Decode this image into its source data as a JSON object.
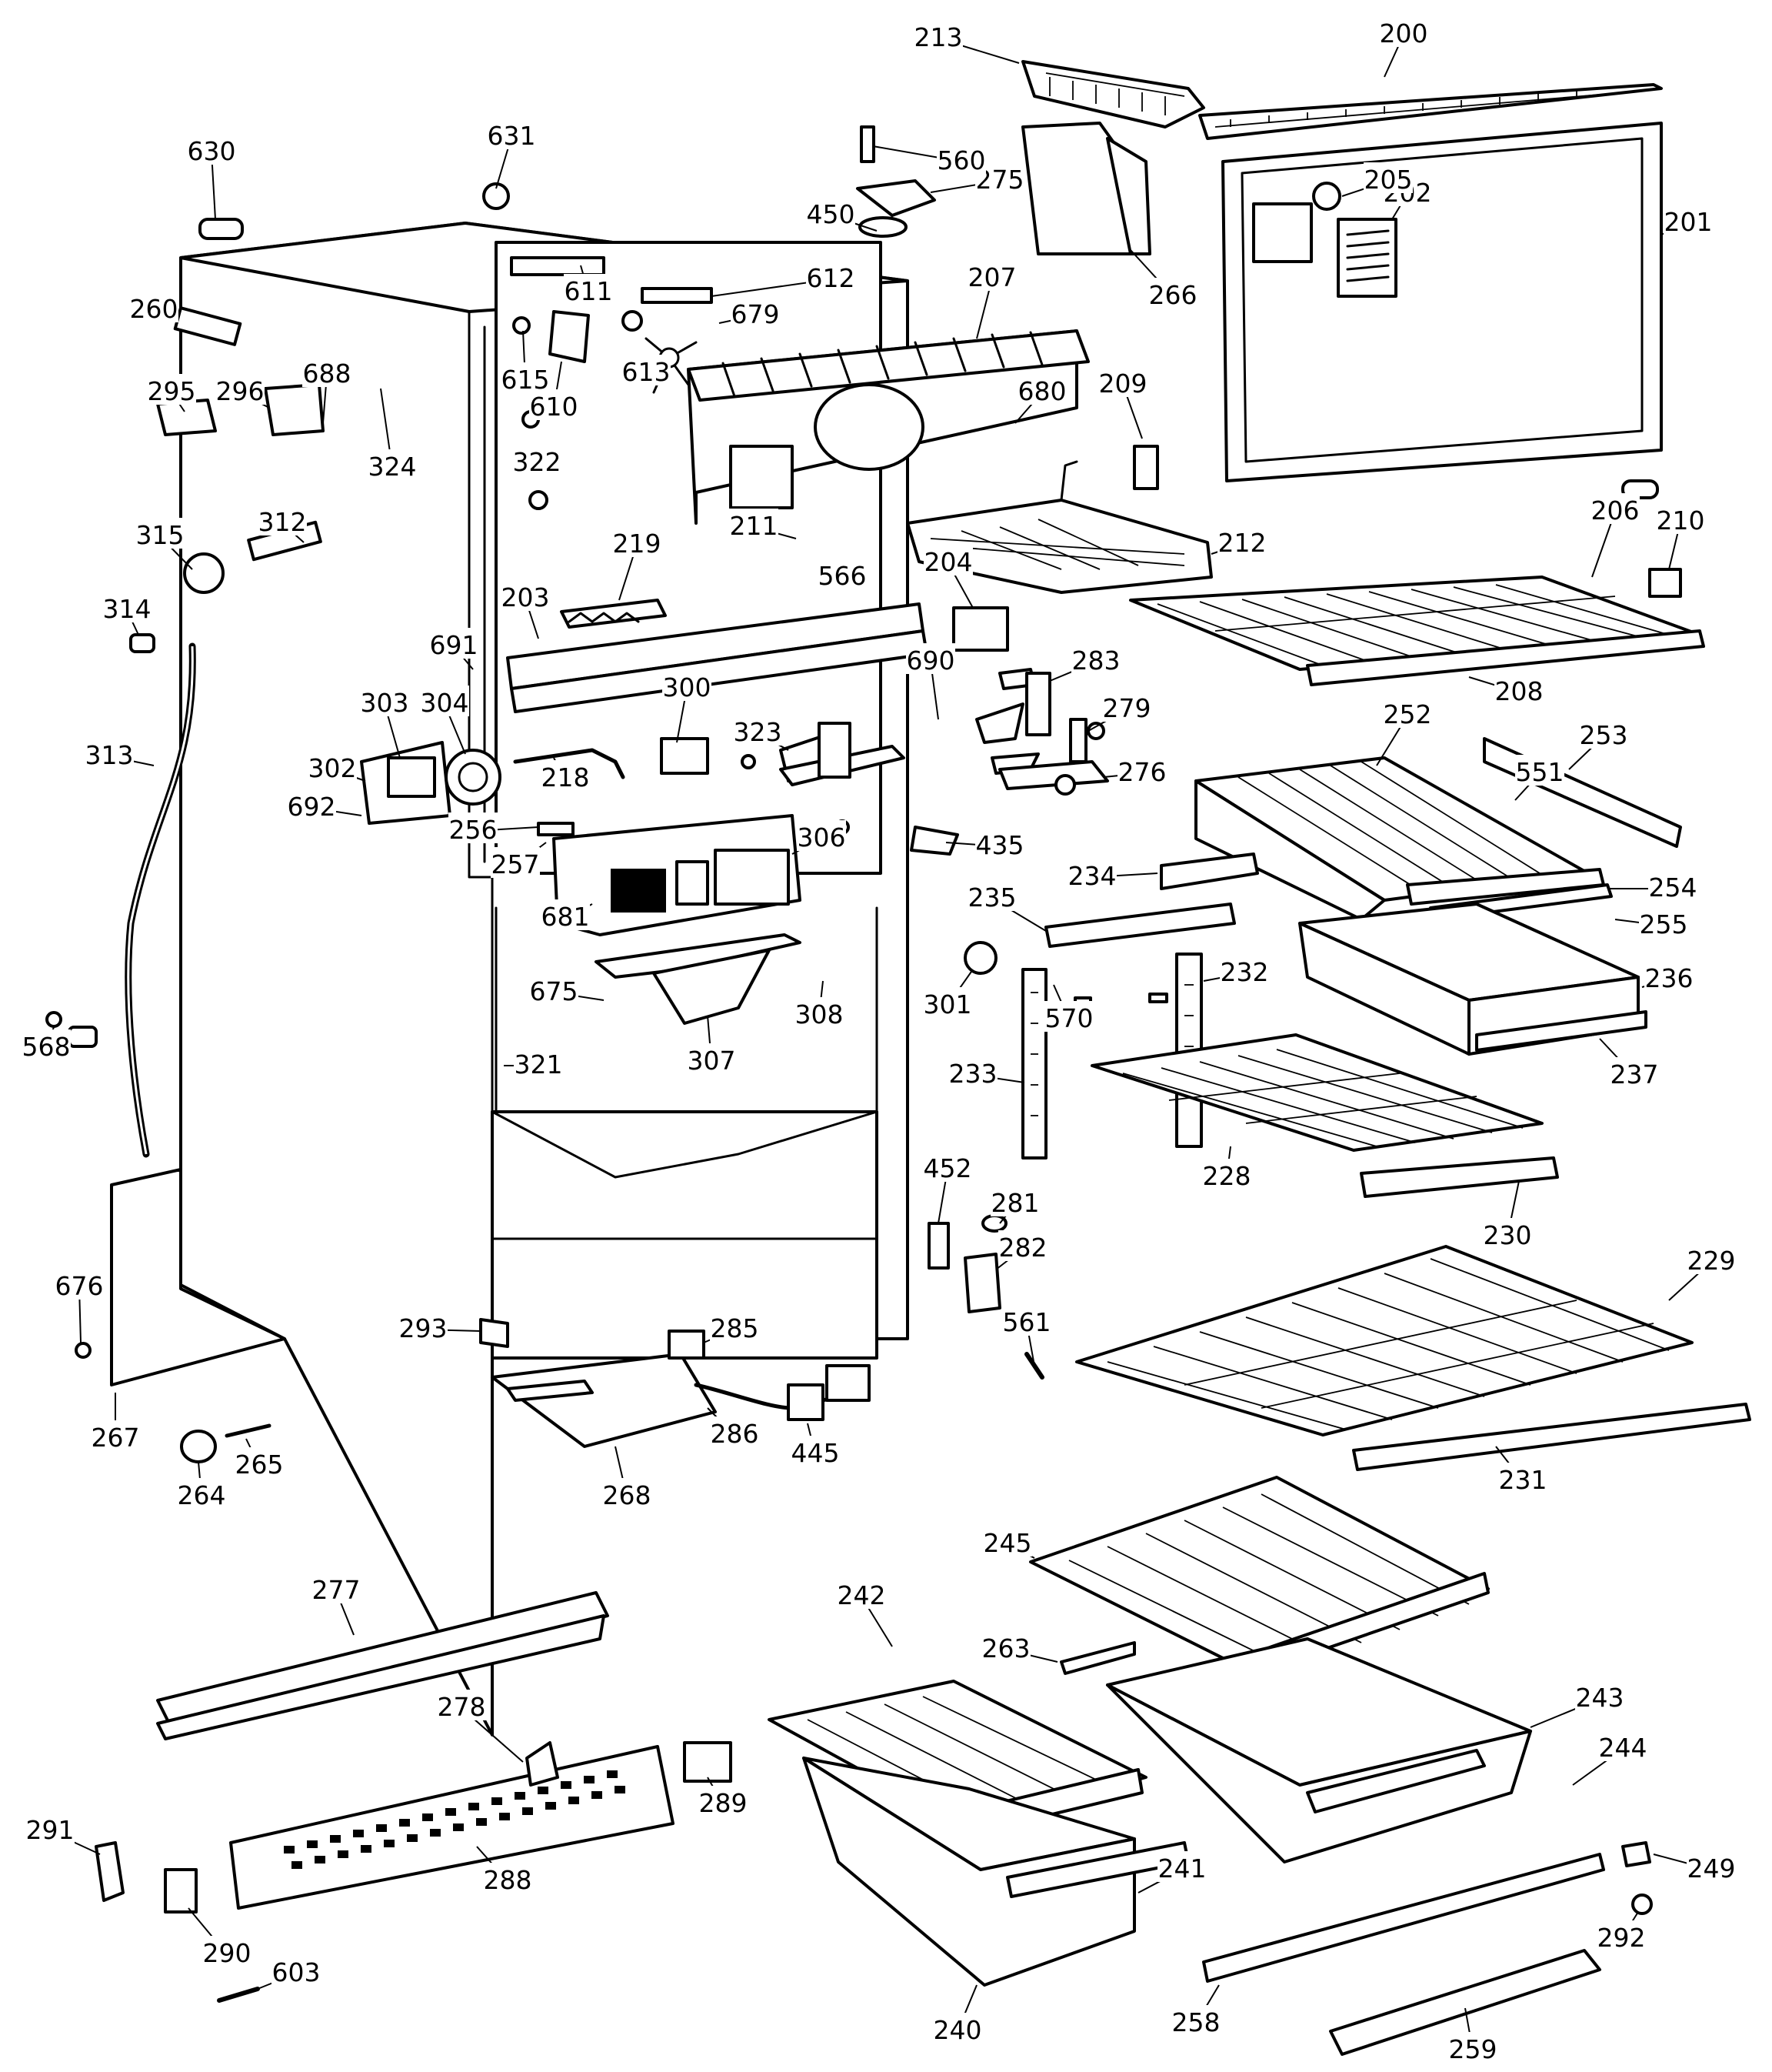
{
  "diagram": {
    "part_numbers": [
      "200",
      "201",
      "202",
      "203",
      "204",
      "205",
      "206",
      "207",
      "208",
      "209",
      "210",
      "211",
      "212",
      "213",
      "218",
      "219",
      "228",
      "229",
      "230",
      "231",
      "232",
      "233",
      "234",
      "235",
      "236",
      "237",
      "240",
      "241",
      "242",
      "243",
      "244",
      "245",
      "249",
      "252",
      "253",
      "254",
      "255",
      "256",
      "257",
      "258",
      "259",
      "260",
      "263",
      "264",
      "265",
      "266",
      "267",
      "268",
      "275",
      "276",
      "277",
      "278",
      "279",
      "281",
      "282",
      "283",
      "285",
      "286",
      "288",
      "289",
      "290",
      "291",
      "292",
      "293",
      "295",
      "296",
      "300",
      "301",
      "302",
      "303",
      "304",
      "306",
      "307",
      "308",
      "312",
      "313",
      "314",
      "315",
      "321",
      "322",
      "323",
      "324",
      "435",
      "445",
      "450",
      "452",
      "551",
      "560",
      "561",
      "566",
      "568",
      "570",
      "603",
      "610",
      "611",
      "612",
      "613",
      "615",
      "630",
      "631",
      "675",
      "676",
      "679",
      "680",
      "681",
      "688",
      "690",
      "691",
      "692"
    ]
  }
}
